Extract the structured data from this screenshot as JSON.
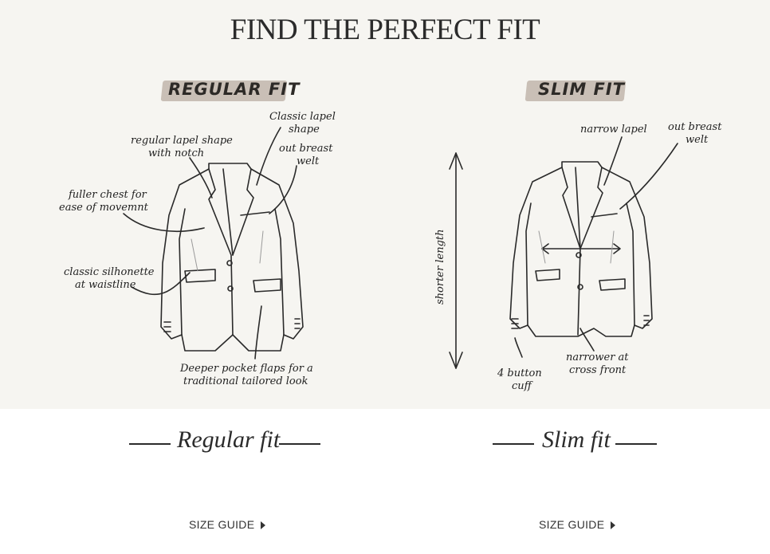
{
  "page": {
    "title": "FIND THE PERFECT FIT"
  },
  "regular": {
    "label": "REGULAR FIT",
    "annotations": {
      "classic_lapel": [
        "Classic lapel",
        "shape"
      ],
      "regular_lapel": [
        "regular lapel shape",
        "with notch"
      ],
      "out_breast_welt": [
        "out breast",
        "welt"
      ],
      "fuller_chest": [
        "fuller chest for",
        "ease of movemnt"
      ],
      "silhouette": [
        "classic silhonette",
        "at waistline"
      ],
      "pocket_flaps": [
        "Deeper pocket flaps for a",
        "traditional tailored look"
      ]
    },
    "bottom_title": "Regular fit",
    "size_guide": "SIZE GUIDE"
  },
  "slim": {
    "label": "SLIM FIT",
    "annotations": {
      "narrow_lapel": [
        "narrow lapel"
      ],
      "out_breast_welt": [
        "out breast",
        "welt"
      ],
      "shorter_length": [
        "shorter length"
      ],
      "button_cuff": [
        "4 button",
        "cuff"
      ],
      "cross_front": [
        "narrower at",
        "cross front"
      ]
    },
    "bottom_title": "Slim fit",
    "size_guide": "SIZE GUIDE"
  },
  "icons": {
    "arrow": "triangle-right-icon"
  }
}
